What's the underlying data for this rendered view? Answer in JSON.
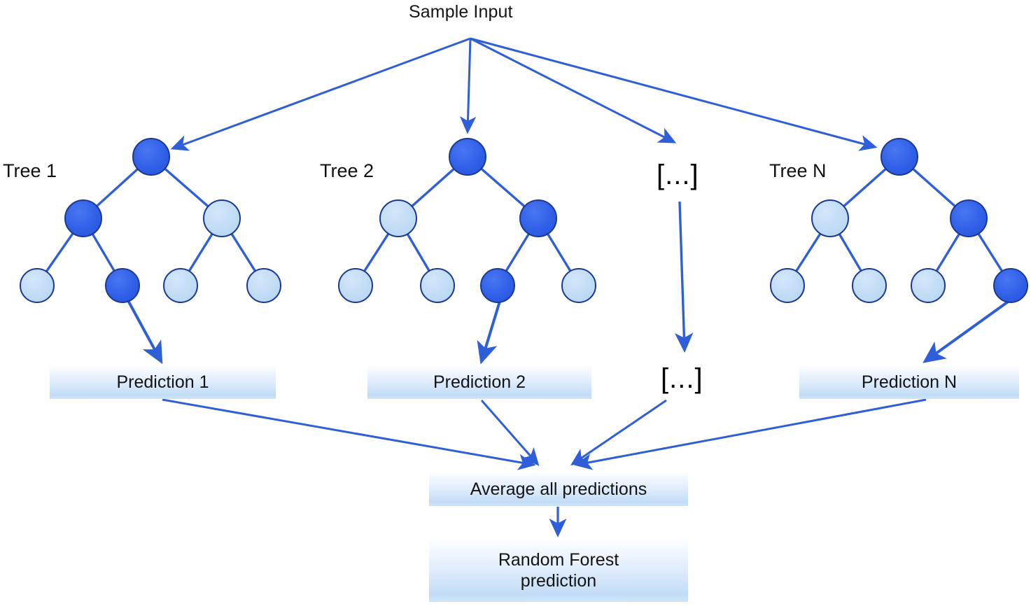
{
  "diagram": {
    "title": "Sample Input",
    "type": "random-forest-flow",
    "accent_color": "#2f5fd8",
    "node_dark_color": "#3060e8",
    "node_light_color": "#bfdbf5",
    "node_border_color": "#1b3a8f",
    "box_gradient_top": "#fdfeff",
    "box_gradient_bottom": "#c2dcf6"
  },
  "trees": [
    {
      "label": "Tree 1",
      "nodes": [
        {
          "id": "t1-root",
          "shade": "dark"
        },
        {
          "id": "t1-l",
          "shade": "dark"
        },
        {
          "id": "t1-r",
          "shade": "light"
        },
        {
          "id": "t1-ll",
          "shade": "light"
        },
        {
          "id": "t1-lr",
          "shade": "dark"
        },
        {
          "id": "t1-rl",
          "shade": "light"
        },
        {
          "id": "t1-rr",
          "shade": "light"
        }
      ]
    },
    {
      "label": "Tree 2",
      "nodes": [
        {
          "id": "t2-root",
          "shade": "dark"
        },
        {
          "id": "t2-l",
          "shade": "light"
        },
        {
          "id": "t2-r",
          "shade": "dark"
        },
        {
          "id": "t2-ll",
          "shade": "light"
        },
        {
          "id": "t2-lr",
          "shade": "light"
        },
        {
          "id": "t2-rl",
          "shade": "dark"
        },
        {
          "id": "t2-rr",
          "shade": "light"
        }
      ]
    },
    {
      "label": "Tree N",
      "nodes": [
        {
          "id": "tn-root",
          "shade": "dark"
        },
        {
          "id": "tn-l",
          "shade": "light"
        },
        {
          "id": "tn-r",
          "shade": "dark"
        },
        {
          "id": "tn-ll",
          "shade": "light"
        },
        {
          "id": "tn-lr",
          "shade": "light"
        },
        {
          "id": "tn-rl",
          "shade": "light"
        },
        {
          "id": "tn-rr",
          "shade": "dark"
        }
      ]
    }
  ],
  "ellipsis": {
    "top": "[...]",
    "bottom": "[...]"
  },
  "predictions": [
    {
      "label": "Prediction 1"
    },
    {
      "label": "Prediction 2"
    },
    {
      "label": "Prediction N"
    }
  ],
  "aggregate": {
    "label": "Average all predictions"
  },
  "output": {
    "line1": "Random Forest",
    "line2": "prediction"
  }
}
